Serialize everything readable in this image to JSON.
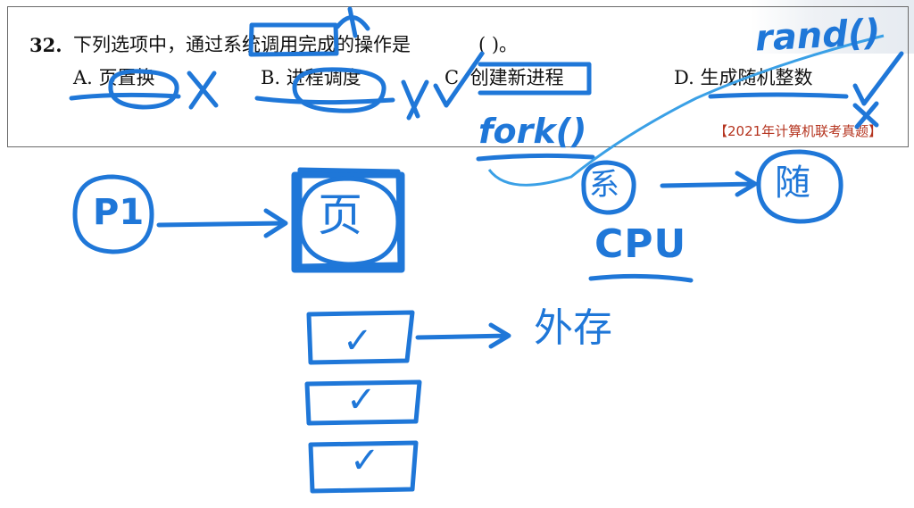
{
  "question": {
    "number": "32.",
    "stem": "下列选项中，通过系统调用完成的操作是",
    "blank": "(      )。",
    "options": [
      {
        "label": "A.",
        "text": "页置换"
      },
      {
        "label": "B.",
        "text": "进程调度"
      },
      {
        "label": "C.",
        "text": "创建新进程"
      },
      {
        "label": "D.",
        "text": "生成随机整数"
      }
    ],
    "source": "【2021年计算机联考真题】"
  },
  "annotations": {
    "rand": "rand()",
    "fork": "fork()",
    "cpu": "CPU",
    "p1": "P1",
    "page": "页",
    "sys": "系",
    "rand_char": "随",
    "external_storage": "外存",
    "checks": [
      "✓",
      "✓",
      "✓"
    ]
  },
  "colors": {
    "ink": "#1f77d8",
    "source": "#b5341f",
    "text": "#111111"
  }
}
